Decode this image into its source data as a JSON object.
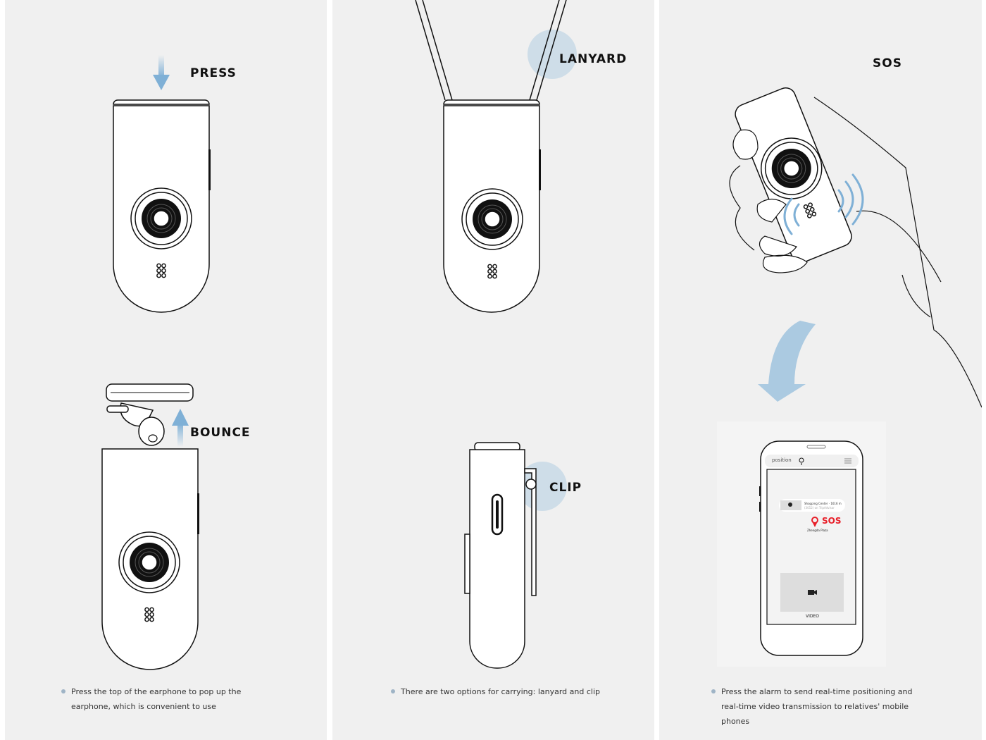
{
  "panels": [
    {
      "labels": {
        "press": "PRESS",
        "bounce": "BOUNCE"
      },
      "caption": "Press the top of the earphone to pop up the earphone, which is convenient to use"
    },
    {
      "labels": {
        "lanyard": "LANYARD",
        "clip": "CLIP"
      },
      "caption": "There are two options for carrying: lanyard and clip"
    },
    {
      "labels": {
        "sos": "SOS"
      },
      "caption": "Press the alarm to send real-time positioning and real-time video transmission to relatives' mobile phones",
      "phone": {
        "header": "position",
        "place_title": "Shopping Center · 1616 m",
        "place_sub": "(3052) on TripAdvisor",
        "sos": "SOS",
        "location": "Zhengda Plaza",
        "video_label": "VIDEO"
      }
    }
  ],
  "colors": {
    "accent": "#7fb0d6",
    "sos": "#e8202a",
    "panel_bg": "#f0f0f0"
  }
}
